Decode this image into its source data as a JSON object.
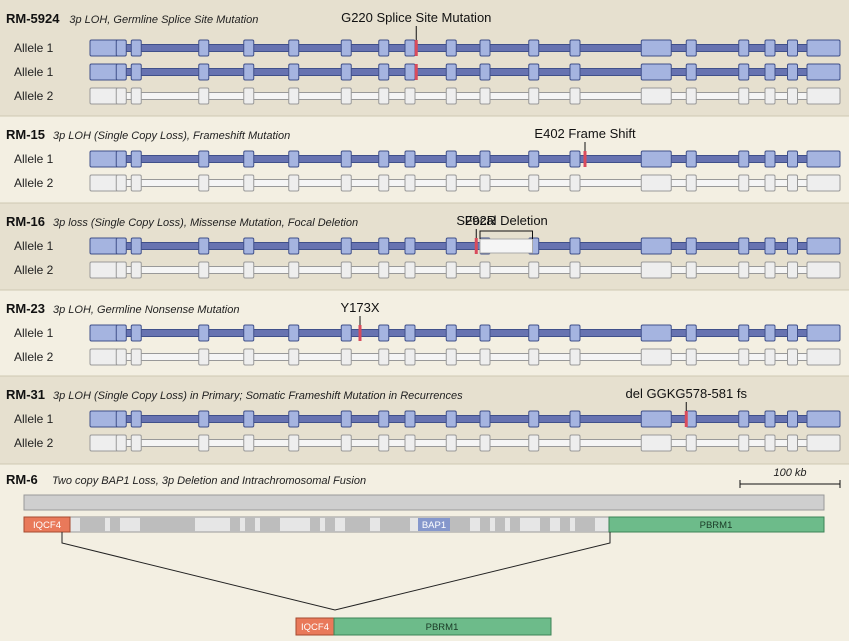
{
  "exons": [
    0.0,
    0.035,
    0.055,
    0.145,
    0.205,
    0.265,
    0.335,
    0.385,
    0.42,
    0.475,
    0.52,
    0.585,
    0.64,
    0.735,
    0.795,
    0.865,
    0.9,
    0.93,
    0.965
  ],
  "colors": {
    "bg_dark": "#e6e0cf",
    "bg_light": "#f3efe2",
    "active_fill": "#a5b4e0",
    "active_stroke": "#40508a",
    "active_backbone": "#6773b1",
    "inactive_fill": "#eeeeee",
    "inactive_stroke": "#999999",
    "inactive_backbone": "#f5f5f5",
    "mutation": "#d94b5c",
    "iqcf4": "#e9795a",
    "pbrm1": "#6dbb8a",
    "bap1": "#8597cc"
  },
  "panels": [
    {
      "id": "RM-5924",
      "shade": "dark",
      "label": "RM-5924",
      "subtitle": "3p LOH, Germline Splice Site Mutation",
      "rows": [
        {
          "label": "Allele 1",
          "active": true
        },
        {
          "label": "Allele 1",
          "active": true
        },
        {
          "label": "Allele 2",
          "active": false
        }
      ],
      "mutations": [
        {
          "position": 0.435,
          "label": "G220 Splice Site Mutation",
          "rows": [
            0,
            1
          ]
        }
      ]
    },
    {
      "id": "RM-15",
      "shade": "light",
      "label": "RM-15",
      "subtitle": "3p LOH (Single Copy Loss), Frameshift Mutation",
      "rows": [
        {
          "label": "Allele 1",
          "active": true
        },
        {
          "label": "Allele 2",
          "active": false
        }
      ],
      "mutations": [
        {
          "position": 0.66,
          "label": "E402 Frame Shift",
          "rows": [
            0
          ]
        }
      ]
    },
    {
      "id": "RM-16",
      "shade": "dark",
      "label": "RM-16",
      "subtitle": "3p loss (Single Copy Loss), Missense Mutation, Focal Deletion",
      "rows": [
        {
          "label": "Allele 1",
          "active": true
        },
        {
          "label": "Allele 2",
          "active": false
        }
      ],
      "mutations": [
        {
          "position": 0.515,
          "label": "S292R",
          "rows": [
            0
          ]
        }
      ],
      "focal_deletion": {
        "start": 0.52,
        "end": 0.59,
        "label": "Focal Deletion"
      }
    },
    {
      "id": "RM-23",
      "shade": "light",
      "label": "RM-23",
      "subtitle": "3p LOH, Germline Nonsense Mutation",
      "rows": [
        {
          "label": "Allele 1",
          "active": true
        },
        {
          "label": "Allele 2",
          "active": false
        }
      ],
      "mutations": [
        {
          "position": 0.36,
          "label": "Y173X",
          "rows": [
            0
          ]
        }
      ]
    },
    {
      "id": "RM-31",
      "shade": "dark",
      "label": "RM-31",
      "subtitle": "3p LOH (Single Copy Loss) in Primary; Somatic Frameshift Mutation in Recurrences",
      "rows": [
        {
          "label": "Allele 1",
          "active": true
        },
        {
          "label": "Allele 2",
          "active": false
        }
      ],
      "mutations": [
        {
          "position": 0.795,
          "label": "del GGKG578-581 fs",
          "rows": [
            0
          ]
        }
      ]
    }
  ],
  "rm6": {
    "label": "RM-6",
    "subtitle": "Two copy BAP1 Loss, 3p Deletion and Intrachromosomal Fusion",
    "scale_label": "100 kb",
    "iqcf4": "IQCF4",
    "bap1": "BAP1",
    "pbrm1": "PBRM1"
  }
}
